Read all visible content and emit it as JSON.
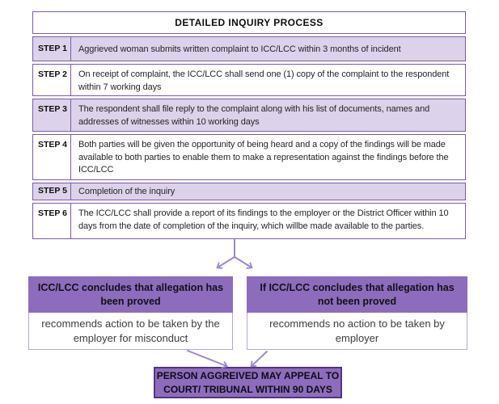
{
  "colors": {
    "table_border": "#7b5ca7",
    "row_lavender": "#dcd3ea",
    "box_header_purple": "#8d6cbe",
    "appeal_border": "#53357d",
    "arrow": "#9c87cf"
  },
  "table": {
    "title": "DETAILED INQUIRY PROCESS",
    "rows": [
      {
        "step": "STEP 1",
        "text": "Aggrieved woman submits written complaint to ICC/LCC within 3 months of incident"
      },
      {
        "step": "STEP 2",
        "text": "On receipt of complaint, the ICC/LCC shall send one (1) copy of the complaint to the respondent within 7 working days"
      },
      {
        "step": "STEP 3",
        "text": "The respondent shall file reply to the complaint along with his list of documents, names and addresses of witnesses within 10 working days"
      },
      {
        "step": "STEP 4",
        "text": "Both parties will be given the opportunity of being heard and a copy of the findings will be made available to both parties to enable them to make a representation against the findings before the ICC/LCC"
      },
      {
        "step": "STEP 5",
        "text": "Completion of the inquiry"
      },
      {
        "step": "STEP 6",
        "text": "The ICC/LCC shall provide a report of its findings to the employer or the District Officer within 10 days from the date of completion of the inquiry, which willbe made available to the parties."
      }
    ]
  },
  "outcomes": {
    "proved": {
      "header": "ICC/LCC concludes that allegation has been proved",
      "body": "recommends action to be taken by the employer for misconduct"
    },
    "not_proved": {
      "header": "If ICC/LCC concludes that allegation has not been proved",
      "body": "recommends no action to be taken by employer"
    }
  },
  "appeal": {
    "line1": "PERSON AGGREIVED MAY APPEAL TO",
    "line2": "COURT/ TRIBUNAL WITHIN 90 DAYS"
  }
}
